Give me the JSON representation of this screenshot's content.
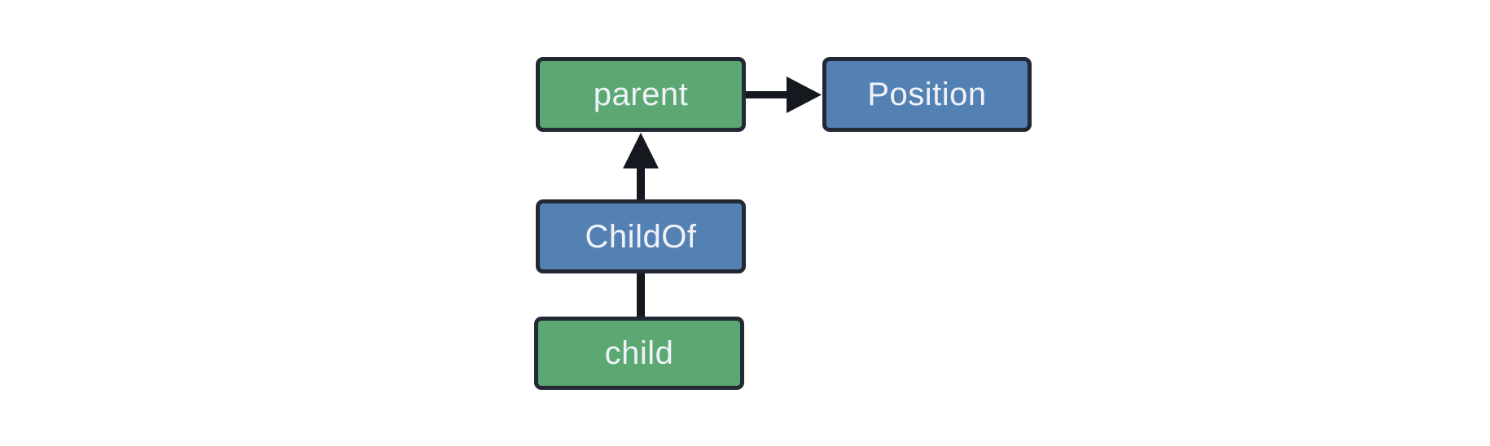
{
  "colors": {
    "entity_green": "#5ba873",
    "component_blue": "#5481b3",
    "node_border": "#222834",
    "connector": "#16181f",
    "label_text": "#f0f2f8",
    "background": "#ffffff"
  },
  "diagram": {
    "nodes": [
      {
        "id": "parent",
        "label": "parent",
        "kind": "entity",
        "color": "green"
      },
      {
        "id": "Position",
        "label": "Position",
        "kind": "component",
        "color": "blue"
      },
      {
        "id": "ChildOf",
        "label": "ChildOf",
        "kind": "relationship",
        "color": "blue"
      },
      {
        "id": "child",
        "label": "child",
        "kind": "entity",
        "color": "green"
      }
    ],
    "edges": [
      {
        "from": "parent",
        "to": "Position",
        "connector": "horizontal-arrow"
      },
      {
        "from": "ChildOf",
        "to": "parent",
        "connector": "vertical-arrow"
      },
      {
        "from": "child",
        "to": "ChildOf",
        "connector": "vertical-line"
      }
    ]
  }
}
